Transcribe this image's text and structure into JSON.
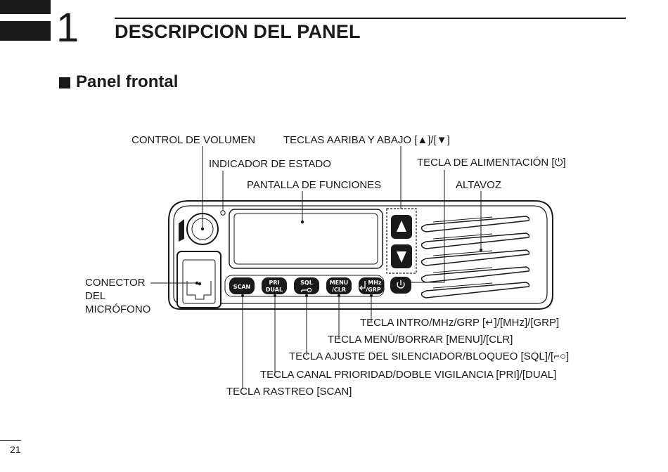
{
  "header": {
    "chapter_number": "1",
    "chapter_title": "DESCRIPCION DEL PANEL"
  },
  "section": {
    "title": "Panel frontal"
  },
  "labels": {
    "volume": "CONTROL DE VOLUMEN",
    "updown": "TECLAS AARIBA Y ABAJO [▲]/[▼]",
    "status": "INDICADOR DE ESTADO",
    "power": "TECLA DE ALIMENTACIÓN [⏻]",
    "display": "PANTALLA DE FUNCIONES",
    "speaker": "ALTAVOZ",
    "mic_line1": "CONECTOR",
    "mic_line2": "DEL",
    "mic_line3": "MICRÓFONO",
    "enter": "TECLA INTRO/MHz/GRP [↵]/[MHz]/[GRP]",
    "menu": "TECLA MENÚ/BORRAR [MENU]/[CLR]",
    "sql": "TECLA AJUSTE DEL SILENCIADOR/BLOQUEO [SQL]/[⌐○]",
    "pri": "TECLA CANAL PRIORIDAD/DOBLE VIGILANCIA [PRI]/[DUAL]",
    "scan": "TECLA RASTREO [SCAN]"
  },
  "keys": {
    "scan": "SCAN",
    "pri_top": "PRI",
    "pri_bottom": "DUAL",
    "sql_top": "SQL",
    "menu_top": "MENU",
    "menu_bottom": "/CLR",
    "mhz_top": "MHz",
    "mhz_bottom": "/GRP"
  },
  "icons": [
    "up-arrow-icon",
    "down-arrow-icon",
    "power-icon",
    "enter-icon",
    "key-lock-icon"
  ],
  "page": {
    "number": "21"
  }
}
